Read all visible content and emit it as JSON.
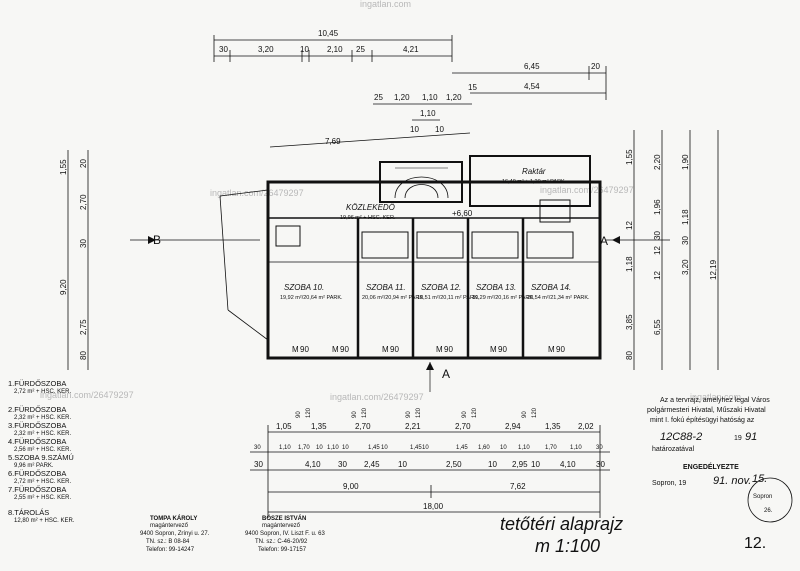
{
  "drawing": {
    "title": "tetőtéri alaprajz",
    "scale": "m 1:100",
    "sheet_number": "12."
  },
  "dimensions": {
    "top_row1": [
      "10,45"
    ],
    "top_row2": [
      "30",
      "3,20",
      "10",
      "2,10",
      "25",
      "4,21"
    ],
    "top_right_row1": [
      "6,45",
      "20"
    ],
    "top_right_row2": [
      "4,54"
    ],
    "top_right_row3": [
      "25",
      "1,20",
      "1,10",
      "1,20",
      "15"
    ],
    "top_small": [
      "1,10",
      "10",
      "10"
    ],
    "left_building_width": "7,69",
    "left_vertical": [
      "1,55",
      "2,70",
      "30",
      "9,20",
      "2,75",
      "80",
      "20"
    ],
    "right_vertical_1": [
      "1,55",
      "2,20",
      "1,96",
      "12",
      "1,18",
      "12",
      "3,85",
      "80"
    ],
    "right_vertical_2": [
      "1,90",
      "1,18",
      "12",
      "30",
      "30",
      "3,20",
      "6,55",
      "12,19"
    ],
    "bottom_row1": [
      "1,05",
      "1,35",
      "2,70",
      "2,21",
      "2,70",
      "2,94",
      "1,35",
      "2,02"
    ],
    "bottom_row2": [
      "30",
      "1,10",
      "1,70",
      "10",
      "1,10",
      "10",
      "1,45",
      "10",
      "1,45",
      "10",
      "1,45",
      "1,60",
      "10",
      "1,10",
      "1,70",
      "1,10",
      "30"
    ],
    "bottom_row3": [
      "30",
      "4,10",
      "30",
      "2,45",
      "10",
      "2,50",
      "10",
      "2,95",
      "10",
      "4,10",
      "30"
    ],
    "bottom_row4": [
      "9,00",
      "7,62"
    ],
    "bottom_row5": [
      "18,00"
    ],
    "window_heights": [
      "90",
      "120",
      "90",
      "120",
      "90",
      "120",
      "90",
      "120",
      "90",
      "120"
    ]
  },
  "rooms": [
    {
      "name": "KÖZLEKEDŐ",
      "area": "19,96 m² + HSC. KER."
    },
    {
      "name": "Raktár",
      "area": "16,40 m² + 1,20 m² PARK."
    },
    {
      "name": "SZOBA 10.",
      "area": "19,92 m²/20,64 m² PARK."
    },
    {
      "name": "SZOBA 11.",
      "area": "20,06 m²/20,94 m² PARK."
    },
    {
      "name": "SZOBA 12.",
      "area": "19,51 m²/20,11 m² PARK."
    },
    {
      "name": "SZOBA 13.",
      "area": "19,29 m²/20,16 m² PARK."
    },
    {
      "name": "SZOBA 14.",
      "area": "20,54 m²/21,34 m² PARK."
    }
  ],
  "level_mark": "+6,60",
  "section_marks": [
    "B",
    "A",
    "A"
  ],
  "opening_marks": [
    "M",
    "90",
    "M",
    "90",
    "M",
    "90",
    "M",
    "90",
    "M",
    "90",
    "M",
    "90"
  ],
  "legend": [
    {
      "label": "1.FÜRDŐSZOBA",
      "area": "2,72 m² + HSC. KER."
    },
    {
      "label": "2.FÜRDŐSZOBA",
      "area": "2,32 m² + HSC. KER."
    },
    {
      "label": "3.FÜRDŐSZOBA",
      "area": "2,32 m² + HSC. KER."
    },
    {
      "label": "4.FÜRDŐSZOBA",
      "area": "2,56 m² + HSC. KER."
    },
    {
      "label": "5.SZOBA 9.SZÁMÚ",
      "area": "9,96 m² PARK."
    },
    {
      "label": "6.FÜRDŐSZOBA",
      "area": "2,72 m² + HSC. KER."
    },
    {
      "label": "7.FÜRDŐSZOBA",
      "area": "2,55 m² + HSC. KER."
    },
    {
      "label": "8.TÁROLÁS",
      "area": "12,80 m² + HSC. KER."
    }
  ],
  "designers": [
    {
      "name": "TOMPA KÁROLY",
      "role": "magántervező",
      "address": "9400 Sopron, Zrínyi u. 27.",
      "reg": "TN. sz.: B 08-84",
      "phone": "Telefon: 99-14247"
    },
    {
      "name": "BÖSZE ISTVÁN",
      "role": "magántervező",
      "address": "9400 Sopron, IV. Liszt F. u. 63",
      "reg": "TN. sz.: C-46-20/92",
      "phone": "Telefon: 99-17157"
    }
  ],
  "approval": {
    "text_lines": [
      "Az a tervrajz, amelyhez legal Város",
      "polgármesteri Hivatal, Műszaki Hivatal",
      "mint I. fokú építésügyi hatóság az"
    ],
    "number": "12C88-2",
    "year_prefix": "19",
    "year": "91",
    "suffix": "határozatával",
    "title": "ENGEDÉLYEZTE",
    "place": "Sopron, 19",
    "date_hand": "91. nov.",
    "day_hand": "15.",
    "stamp_text": "Sopron",
    "stamp_no": "26."
  },
  "watermarks": [
    "ingatlan.com",
    "ingatlan.com/26479297"
  ]
}
